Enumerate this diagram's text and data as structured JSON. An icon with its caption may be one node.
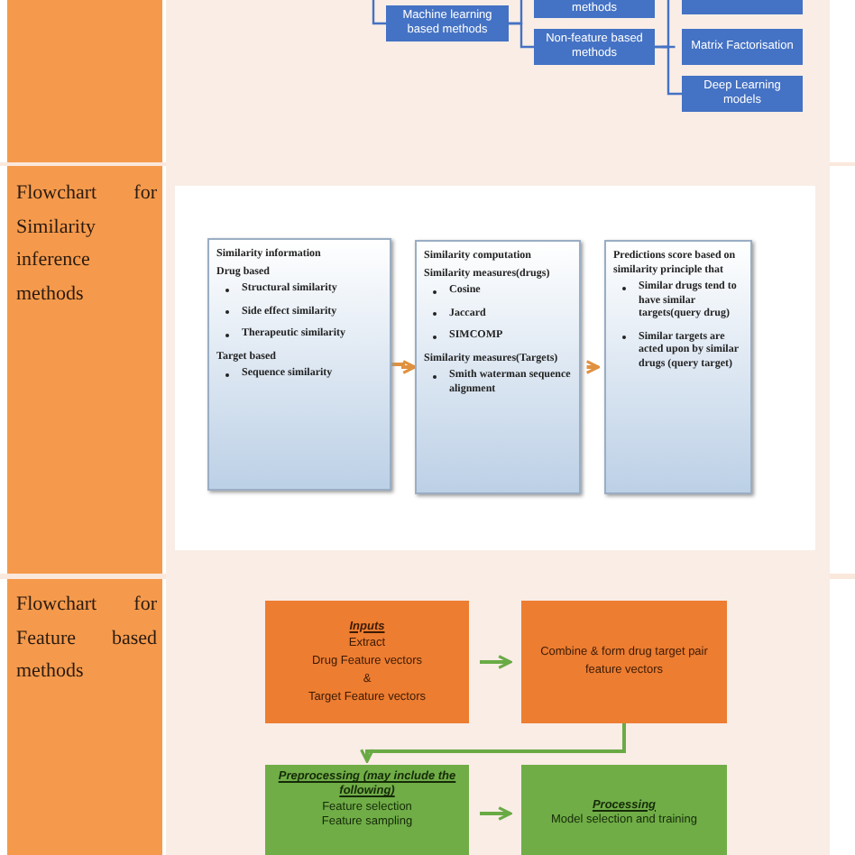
{
  "diagram": {
    "nodes": [
      {
        "text": [
          "Machine learning based methods"
        ]
      },
      {
        "text": [
          "methods"
        ]
      },
      {
        "text": [
          "Non-feature based methods"
        ]
      },
      {
        "text": [],
        "shape": "box"
      },
      {
        "text": [
          "Matrix Factorisation"
        ]
      },
      {
        "text": [
          "Deep Learning models"
        ]
      },
      {
        "text": [
          "Similarity information",
          "Drug based",
          "Structural similarity",
          "Side effect similarity",
          "Therapeutic similarity",
          "Target based",
          "Sequence similarity"
        ]
      },
      {
        "text": [
          "Similarity computation",
          "Similarity measures(drugs)",
          "Cosine",
          "Jaccard",
          "SIMCOMP",
          "Similarity measures(Targets)",
          "Smith waterman sequence alignment"
        ]
      },
      {
        "text": [
          "Predictions score based on similarity principle that",
          "Similar drugs tend to have similar targets(query drug)",
          "Similar targets are acted upon by similar drugs (query target)"
        ]
      },
      {
        "text": [
          "Inputs",
          "Extract",
          "Drug Feature vectors",
          "&",
          "Target Feature vectors"
        ]
      },
      {
        "text": [
          "Combine & form drug target pair feature vectors"
        ]
      },
      {
        "text": [
          "Preprocessing (may include the following)",
          "Feature selection",
          "Feature sampling"
        ]
      },
      {
        "text": [
          "Processing",
          "Model selection and training"
        ]
      }
    ],
    "edges": [
      {
        "from": null,
        "to": 0,
        "arrow": "none"
      },
      {
        "from": 0,
        "to": 1,
        "arrow": "none"
      },
      {
        "from": 0,
        "to": 2,
        "arrow": "none"
      },
      {
        "from": 2,
        "to": 3,
        "arrow": "none"
      },
      {
        "from": 2,
        "to": 4,
        "arrow": "none"
      },
      {
        "from": 2,
        "to": 5,
        "arrow": "none"
      },
      {
        "from": 6,
        "to": 7,
        "arrow": "to",
        "color": "#e0913f"
      },
      {
        "from": 7,
        "to": 8,
        "arrow": "to",
        "color": "#e0913f"
      },
      {
        "from": 9,
        "to": 10,
        "arrow": "to",
        "color": "#6aaa45"
      },
      {
        "from": 10,
        "to": 11,
        "arrow": "to",
        "color": "#6aaa45"
      },
      {
        "from": 11,
        "to": 12,
        "arrow": "to",
        "color": "#6aaa45"
      }
    ],
    "labels": [
      "Flowchart for Similarity inference methods",
      "Flowchart for Feature based methods"
    ]
  }
}
